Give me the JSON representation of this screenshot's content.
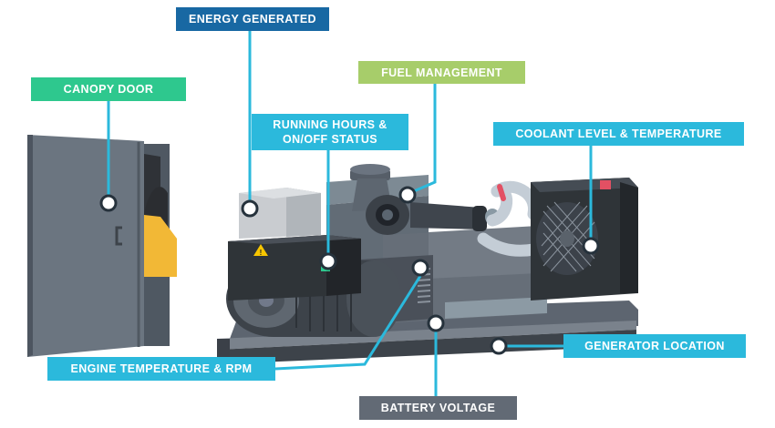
{
  "labels": {
    "energy_generated": "ENERGY GENERATED",
    "fuel_management": "FUEL MANAGEMENT",
    "canopy_door": "CANOPY DOOR",
    "running_hours": "RUNNING HOURS &\nON/OFF STATUS",
    "coolant": "COOLANT LEVEL & TEMPERATURE",
    "generator_location": "GENERATOR LOCATION",
    "engine_temperature": "ENGINE TEMPERATURE & RPM",
    "battery_voltage": "BATTERY VOLTAGE"
  },
  "colors": {
    "navy": "#1868a3",
    "lime": "#a7cd6a",
    "green": "#2ec88e",
    "cyan": "#2bb9dc",
    "slate": "#626a75"
  }
}
